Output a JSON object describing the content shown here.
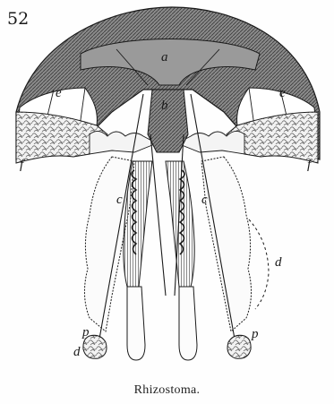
{
  "figure": {
    "number": "52",
    "caption": "Rhizostoma.",
    "labels": {
      "a": "a",
      "b": "b",
      "c": "c",
      "d": "d",
      "e": "e",
      "f": "f",
      "p": "p"
    }
  },
  "colors": {
    "ink": "#1a1a1a",
    "shade": "#6e6e6e",
    "paper": "#fefefe"
  }
}
